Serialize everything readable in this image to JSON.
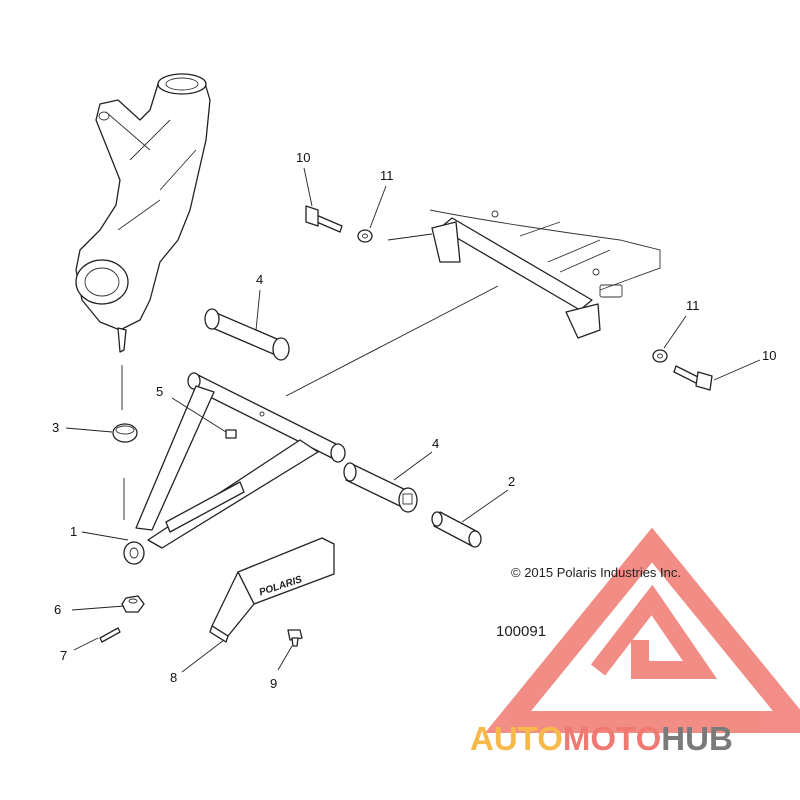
{
  "diagram": {
    "callouts": [
      {
        "id": "c1",
        "label": "1"
      },
      {
        "id": "c2",
        "label": "2"
      },
      {
        "id": "c3",
        "label": "3"
      },
      {
        "id": "c4a",
        "label": "4"
      },
      {
        "id": "c4b",
        "label": "4"
      },
      {
        "id": "c5",
        "label": "5"
      },
      {
        "id": "c6",
        "label": "6"
      },
      {
        "id": "c7",
        "label": "7"
      },
      {
        "id": "c8",
        "label": "8"
      },
      {
        "id": "c9",
        "label": "9"
      },
      {
        "id": "c10a",
        "label": "10"
      },
      {
        "id": "c10b",
        "label": "10"
      },
      {
        "id": "c11a",
        "label": "11"
      },
      {
        "id": "c11b",
        "label": "11"
      }
    ],
    "copyright": "© 2015 Polaris Industries Inc.",
    "reference_number": "100091",
    "skid_plate_logo": "POLARIS"
  },
  "watermark": {
    "part1": "AUTO",
    "part2": "MOTO",
    "part3": "HUB",
    "colors": {
      "red": "#f07a72",
      "orange": "#f6b94a",
      "gray": "#7a7a7a"
    }
  }
}
